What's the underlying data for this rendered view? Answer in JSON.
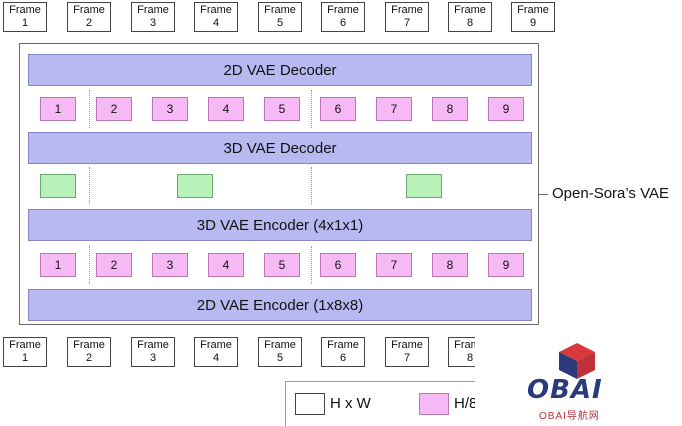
{
  "top_frames": [
    {
      "label": "Frame",
      "num": "1"
    },
    {
      "label": "Frame",
      "num": "2"
    },
    {
      "label": "Frame",
      "num": "3"
    },
    {
      "label": "Frame",
      "num": "4"
    },
    {
      "label": "Frame",
      "num": "5"
    },
    {
      "label": "Frame",
      "num": "6"
    },
    {
      "label": "Frame",
      "num": "7"
    },
    {
      "label": "Frame",
      "num": "8"
    },
    {
      "label": "Frame",
      "num": "9"
    }
  ],
  "bottom_frames": [
    {
      "label": "Frame",
      "num": "1"
    },
    {
      "label": "Frame",
      "num": "2"
    },
    {
      "label": "Frame",
      "num": "3"
    },
    {
      "label": "Frame",
      "num": "4"
    },
    {
      "label": "Frame",
      "num": "5"
    },
    {
      "label": "Frame",
      "num": "6"
    },
    {
      "label": "Frame",
      "num": "7"
    },
    {
      "label": "Frame",
      "num": "8"
    }
  ],
  "stages": {
    "decoder_2d": "2D VAE Decoder",
    "decoder_3d": "3D VAE Decoder",
    "encoder_3d": "3D VAE Encoder (4x1x1)",
    "encoder_2d": "2D VAE Encoder (1x8x8)"
  },
  "latent_upper": [
    "1",
    "2",
    "3",
    "4",
    "5",
    "6",
    "7",
    "8",
    "9"
  ],
  "latent_lower": [
    "1",
    "2",
    "3",
    "4",
    "5",
    "6",
    "7",
    "8",
    "9"
  ],
  "container_label": "Open-Sora’s VAE",
  "legend": {
    "item1": "H x W",
    "item2": "H/8"
  },
  "logo": {
    "word": "OBAI",
    "sub": "OBAI导航网"
  },
  "colors": {
    "stage_fill": "#b9b9f2",
    "latent_fill": "#f6b9f6",
    "compressed_fill": "#b9f2b9"
  }
}
